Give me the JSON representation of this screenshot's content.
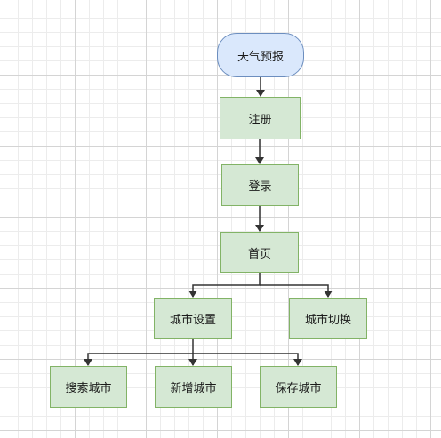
{
  "diagram": {
    "nodes": {
      "start": "天气预报",
      "register": "注册",
      "login": "登录",
      "home": "首页",
      "city_setting": "城市设置",
      "city_switch": "城市切换",
      "search_city": "搜索城市",
      "add_city": "新增城市",
      "save_city": "保存城市"
    },
    "edges": [
      {
        "from": "start",
        "to": "register"
      },
      {
        "from": "register",
        "to": "login"
      },
      {
        "from": "login",
        "to": "home"
      },
      {
        "from": "home",
        "to": "city_setting"
      },
      {
        "from": "home",
        "to": "city_switch"
      },
      {
        "from": "city_setting",
        "to": "search_city"
      },
      {
        "from": "city_setting",
        "to": "add_city"
      },
      {
        "from": "city_setting",
        "to": "save_city"
      }
    ],
    "colors": {
      "process_fill": "#d5e8d4",
      "process_border": "#82b366",
      "terminal_fill": "#dae8fc",
      "terminal_border": "#6c8ebf",
      "connector": "#333333"
    }
  }
}
